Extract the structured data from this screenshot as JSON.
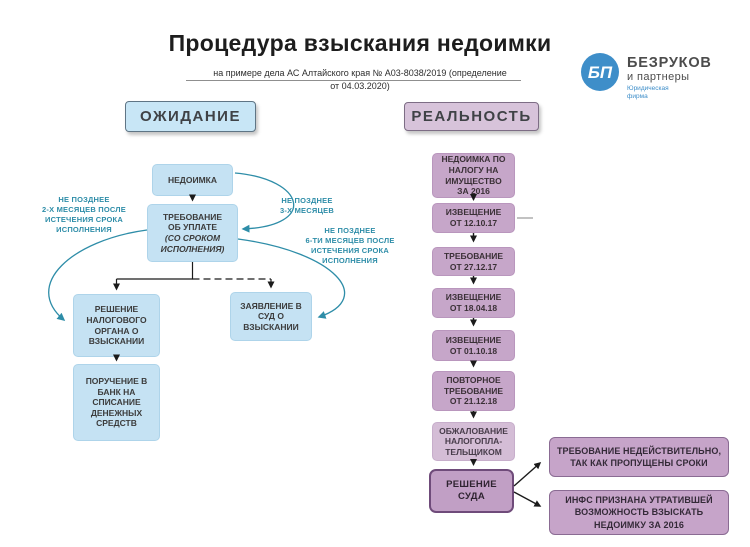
{
  "title": "Процедура взыскания недоимки",
  "subtitle_line1": "на примере дела АС Алтайского края № А03-8038/2019 (определение",
  "subtitle_line2": "от 04.03.2020)",
  "logo": {
    "monogram": "БП",
    "name": "БЕЗРУКОВ",
    "name2": "и партнеры",
    "tagline": "Юридическая\nфирма"
  },
  "colors": {
    "expectation_fill": "#c5e2f3",
    "expectation_header_border": "#5f7585",
    "reality_fill": "#c6a6c9",
    "court_decision_border": "#6f4b7a",
    "teal_accent": "#2e8da8",
    "arrow_black": "#1b1b1b",
    "logo_blue": "#3e8ec9"
  },
  "expectation": {
    "header": "ОЖИДАНИЕ",
    "nodes": {
      "nedoimka": "НЕДОИМКА",
      "trebovanie_top": "ТРЕБОВАНИЕ\nОБ УПЛАТЕ",
      "trebovanie_italic": "(СО СРОКОМ\nИСПОЛНЕНИЯ)",
      "reshenie_nalogovogo": "РЕШЕНИЕ\nНАЛОГОВОГО\nОРГАНА  О\nВЗЫСКАНИИ",
      "poruchenie": "ПОРУЧЕНИЕ В\nБАНК НА\nСПИСАНИЕ\nДЕНЕЖНЫХ\nСРЕДСТВ",
      "zayavlenie": "ЗАЯВЛЕНИЕ В\nСУД О\nВЗЫСКАНИИ"
    },
    "labels": {
      "not_later_3m": "НЕ ПОЗДНЕЕ\n3-Х МЕСЯЦЕВ",
      "not_later_2m": "НЕ ПОЗДНЕЕ\n2-Х МЕСЯЦЕВ ПОСЛЕ\nИСТЕЧЕНИЯ СРОКА\nИСПОЛНЕНИЯ",
      "not_later_6m": "НЕ ПОЗДНЕЕ\n6-ТИ МЕСЯЦЕВ ПОСЛЕ\nИСТЕЧЕНИЯ СРОКА\nИСПОЛНЕНИЯ"
    }
  },
  "reality": {
    "header": "РЕАЛЬНОСТЬ",
    "steps": [
      "НЕДОИМКА ПО\nНАЛОГУ НА\nИМУЩЕСТВО\nЗА 2016",
      "ИЗВЕЩЕНИЕ\nОТ 12.10.17",
      "ТРЕБОВАНИЕ\nОТ 27.12.17",
      "ИЗВЕЩЕНИЕ\nОТ 18.04.18",
      "ИЗВЕЩЕНИЕ\nОТ 01.10.18",
      "ПОВТОРНОЕ\nТРЕБОВАНИЕ\nОТ 21.12.18",
      "ОБЖАЛОВАНИЕ\nНАЛОГОПЛА-\nТЕЛЬЩИКОМ",
      "РЕШЕНИЕ\nСУДА"
    ],
    "outcomes": [
      "ТРЕБОВАНИЕ НЕДЕЙСТВИТЕЛЬНО,\nТАК КАК ПРОПУЩЕНЫ СРОКИ",
      "ИНФС ПРИЗНАНА УТРАТИВШЕЙ\nВОЗМОЖНОСТЬ ВЗЫСКАТЬ\nНЕДОИМКУ ЗА 2016"
    ]
  }
}
